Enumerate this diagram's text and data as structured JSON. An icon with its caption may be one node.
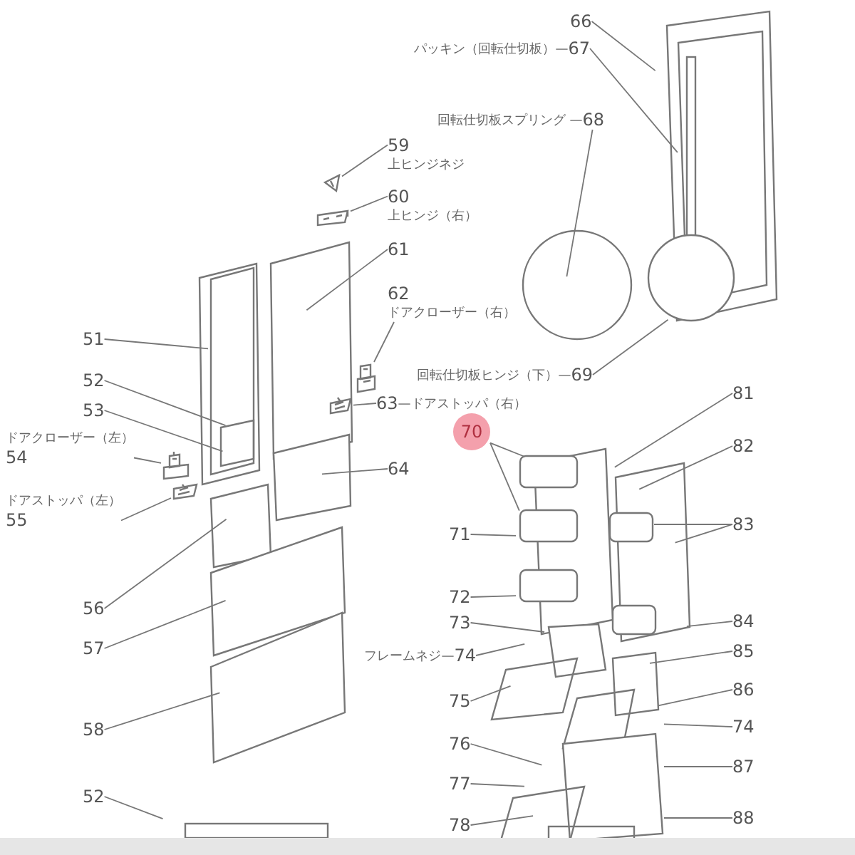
{
  "diagram": {
    "nodes": [
      {
        "text": [
          "66"
        ]
      },
      {
        "text": [
          "67"
        ],
        "beside": [
          "パッキン（回転仕切板）—"
        ]
      },
      {
        "text": [
          "68"
        ],
        "beside": [
          "回転仕切板スプリング —"
        ]
      },
      {
        "text": [
          "59"
        ],
        "beside": [
          "上ヒンジネジ"
        ]
      },
      {
        "text": [
          "60"
        ],
        "beside": [
          "上ヒンジ（右）"
        ]
      },
      {
        "text": [
          "61"
        ]
      },
      {
        "text": [
          "62"
        ],
        "beside": [
          "ドアクローザー（右）"
        ]
      },
      {
        "text": [
          "51"
        ]
      },
      {
        "text": [
          "52"
        ]
      },
      {
        "text": [
          "53"
        ]
      },
      {
        "text": [
          "54"
        ],
        "beside": [
          "ドアクローザー（左）"
        ]
      },
      {
        "text": [
          "55"
        ],
        "beside": [
          "ドアストッパ（左）"
        ]
      },
      {
        "text": [
          "63"
        ],
        "beside": [
          "—ドアストッパ（右）"
        ]
      },
      {
        "text": [
          "64"
        ]
      },
      {
        "text": [
          "69"
        ],
        "beside": [
          "回転仕切板ヒンジ（下）—"
        ]
      },
      {
        "text": [
          "70"
        ]
      },
      {
        "text": [
          "81"
        ]
      },
      {
        "text": [
          "82"
        ]
      },
      {
        "text": [
          "83"
        ]
      },
      {
        "text": [
          "71"
        ]
      },
      {
        "text": [
          "72"
        ]
      },
      {
        "text": [
          "84"
        ]
      },
      {
        "text": [
          "73"
        ]
      },
      {
        "text": [
          "74"
        ],
        "beside": [
          "フレームネジ—"
        ]
      },
      {
        "text": [
          "85"
        ]
      },
      {
        "text": [
          "75"
        ]
      },
      {
        "text": [
          "86"
        ]
      },
      {
        "text": [
          "74"
        ]
      },
      {
        "text": [
          "76"
        ]
      },
      {
        "text": [
          "87"
        ]
      },
      {
        "text": [
          "77"
        ]
      },
      {
        "text": [
          "88"
        ]
      },
      {
        "text": [
          "78"
        ]
      },
      {
        "text": [
          "56"
        ]
      },
      {
        "text": [
          "57"
        ]
      },
      {
        "text": [
          "58"
        ]
      },
      {
        "text": [
          "52"
        ]
      },
      {
        "text": [],
        "shape": "picture"
      },
      {
        "text": [],
        "shape": "picture"
      },
      {
        "text": [],
        "shape": "picture"
      },
      {
        "text": [],
        "shape": "picture"
      },
      {
        "text": [],
        "shape": "picture"
      },
      {
        "text": [],
        "shape": "picture"
      }
    ],
    "edges": [
      {
        "from": 0,
        "to": null,
        "arrow": "none"
      },
      {
        "from": 1,
        "to": null,
        "arrow": "none"
      },
      {
        "from": 2,
        "to": null,
        "arrow": "none"
      },
      {
        "from": 3,
        "to": 37,
        "arrow": "none"
      },
      {
        "from": 4,
        "to": 38,
        "arrow": "none"
      },
      {
        "from": 5,
        "to": null,
        "arrow": "none"
      },
      {
        "from": 6,
        "to": 42,
        "arrow": "none"
      },
      {
        "from": 7,
        "to": null,
        "arrow": "none"
      },
      {
        "from": 8,
        "to": null,
        "arrow": "none"
      },
      {
        "from": 9,
        "to": null,
        "arrow": "none"
      },
      {
        "from": 10,
        "to": 39,
        "arrow": "none"
      },
      {
        "from": 11,
        "to": 40,
        "arrow": "none"
      },
      {
        "from": 12,
        "to": 41,
        "arrow": "none"
      },
      {
        "from": 13,
        "to": null,
        "arrow": "none"
      },
      {
        "from": 14,
        "to": null,
        "arrow": "none"
      },
      {
        "from": 15,
        "to": null,
        "arrow": "none"
      },
      {
        "from": 15,
        "to": null,
        "arrow": "none"
      },
      {
        "from": 16,
        "to": null,
        "arrow": "none"
      },
      {
        "from": 17,
        "to": null,
        "arrow": "none"
      },
      {
        "from": 18,
        "to": null,
        "arrow": "none"
      },
      {
        "from": 18,
        "to": null,
        "arrow": "none"
      },
      {
        "from": 19,
        "to": null,
        "arrow": "none"
      },
      {
        "from": 20,
        "to": null,
        "arrow": "none"
      },
      {
        "from": 21,
        "to": null,
        "arrow": "none"
      },
      {
        "from": 22,
        "to": null,
        "arrow": "none"
      },
      {
        "from": 23,
        "to": null,
        "arrow": "none"
      },
      {
        "from": 24,
        "to": null,
        "arrow": "none"
      },
      {
        "from": 25,
        "to": null,
        "arrow": "none"
      },
      {
        "from": 26,
        "to": null,
        "arrow": "none"
      },
      {
        "from": 27,
        "to": null,
        "arrow": "none"
      },
      {
        "from": 28,
        "to": null,
        "arrow": "none"
      },
      {
        "from": 29,
        "to": null,
        "arrow": "none"
      },
      {
        "from": 30,
        "to": null,
        "arrow": "none"
      },
      {
        "from": 31,
        "to": null,
        "arrow": "none"
      },
      {
        "from": 32,
        "to": null,
        "arrow": "none"
      },
      {
        "from": 33,
        "to": null,
        "arrow": "none"
      },
      {
        "from": 34,
        "to": null,
        "arrow": "none"
      },
      {
        "from": 35,
        "to": null,
        "arrow": "none"
      },
      {
        "from": 36,
        "to": null,
        "arrow": "none"
      }
    ]
  }
}
